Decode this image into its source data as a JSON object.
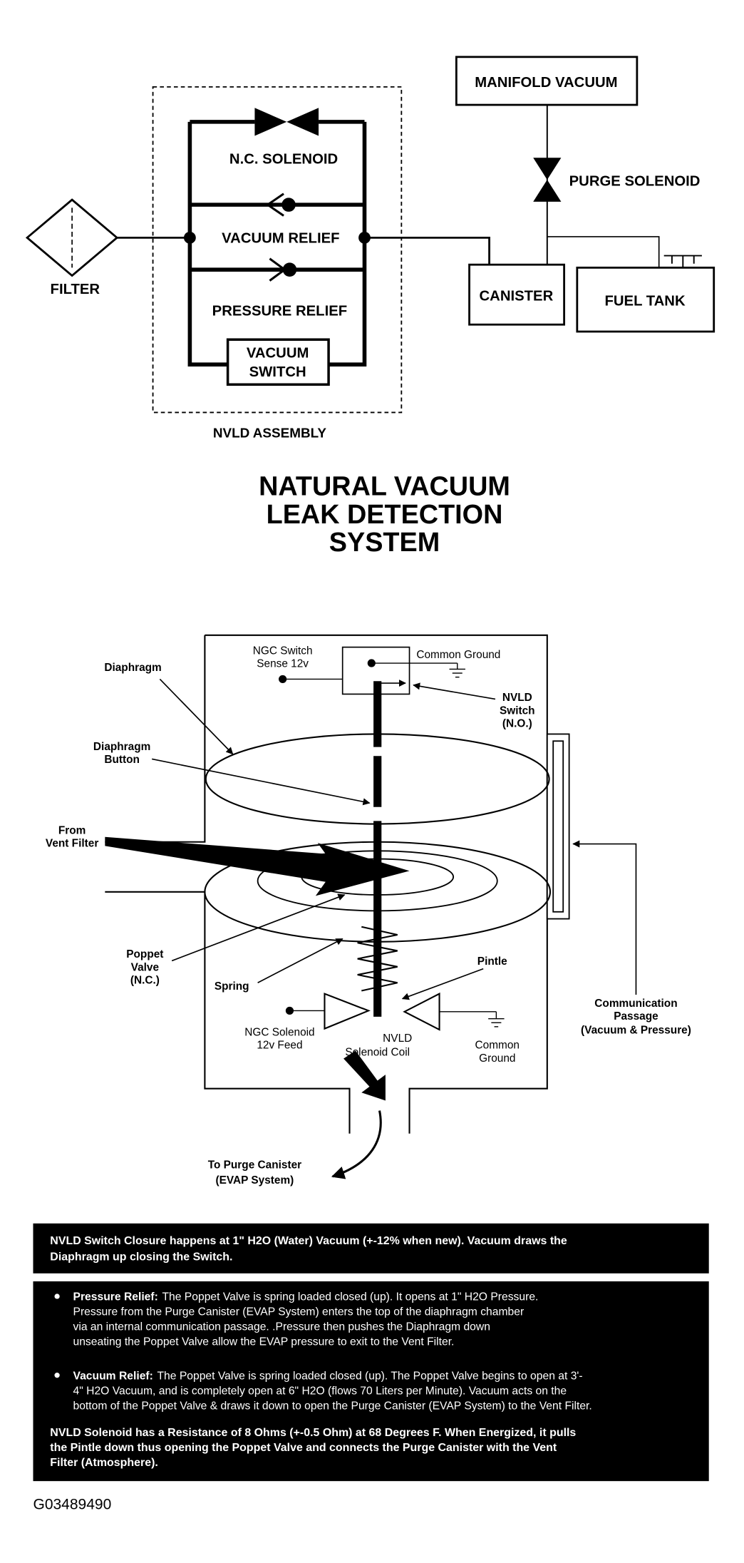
{
  "schematic": {
    "manifold_vacuum": "MANIFOLD VACUUM",
    "purge_solenoid": "PURGE SOLENOID",
    "nc_solenoid": "N.C. SOLENOID",
    "vacuum_relief": "VACUUM RELIEF",
    "pressure_relief": "PRESSURE RELIEF",
    "vacuum_switch": [
      "VACUUM",
      "SWITCH"
    ],
    "filter": "FILTER",
    "canister": "CANISTER",
    "fuel_tank": "FUEL TANK",
    "assembly": "NVLD ASSEMBLY"
  },
  "title": [
    "NATURAL VACUUM",
    "LEAK DETECTION",
    "SYSTEM"
  ],
  "cutaway": {
    "ngc_switch_sense": [
      "NGC Switch",
      "Sense 12v"
    ],
    "common_ground_top": "Common Ground",
    "nvld_switch": [
      "NVLD",
      "Switch",
      "(N.O.)"
    ],
    "diaphragm": "Diaphragm",
    "diaphragm_button": [
      "Diaphragm",
      "Button"
    ],
    "from_vent_filter": [
      "From",
      "Vent Filter"
    ],
    "poppet_valve": [
      "Poppet",
      "Valve",
      "(N.C.)"
    ],
    "spring": "Spring",
    "pintle": "Pintle",
    "communication_passage": [
      "Communication",
      "Passage",
      "(Vacuum & Pressure)"
    ],
    "ngc_solenoid_feed": [
      "NGC Solenoid",
      "12v Feed"
    ],
    "nvld_solenoid_coil": [
      "NVLD",
      "Solenoid Coil"
    ],
    "common_ground_bottom": [
      "Common",
      "Ground"
    ],
    "to_purge_canister": [
      "To Purge Canister",
      "(EVAP System)"
    ]
  },
  "notes": {
    "switch_closure": [
      "NVLD Switch Closure happens at 1\" H2O (Water) Vacuum (+-12% when new).  Vacuum draws the",
      "Diaphragm up closing the Switch."
    ],
    "pressure_relief": {
      "heading": "Pressure Relief:",
      "lines": [
        "The Poppet Valve is spring loaded closed (up).  It opens at 1\" H2O Pressure.",
        "Pressure from the Purge Canister (EVAP System) enters the top of the diaphragm chamber",
        "via an internal communication passage.  .Pressure then pushes the Diaphragm down",
        "unseating the Poppet Valve allow the EVAP pressure to exit to the Vent Filter."
      ]
    },
    "vacuum_relief": {
      "heading": "Vacuum Relief:",
      "lines": [
        "The Poppet Valve is spring loaded closed (up).  The Poppet Valve begins to open at 3'-",
        "4\" H2O Vacuum, and is completely open at 6\" H2O (flows 70 Liters per Minute).  Vacuum acts on the",
        "bottom of the Poppet Valve & draws it down to open the Purge Canister (EVAP System) to the Vent Filter."
      ]
    },
    "solenoid": [
      "NVLD Solenoid has a Resistance of 8 Ohms (+-0.5 Ohm) at 68 Degrees F.  When Energized, it pulls",
      "the Pintle down thus opening the Poppet Valve and connects the Purge Canister with the Vent",
      "Filter (Atmosphere)."
    ]
  },
  "figure_id": "G03489490",
  "colors": {
    "ink": "#000000",
    "paper": "#ffffff",
    "note_text": "#ffffff"
  }
}
